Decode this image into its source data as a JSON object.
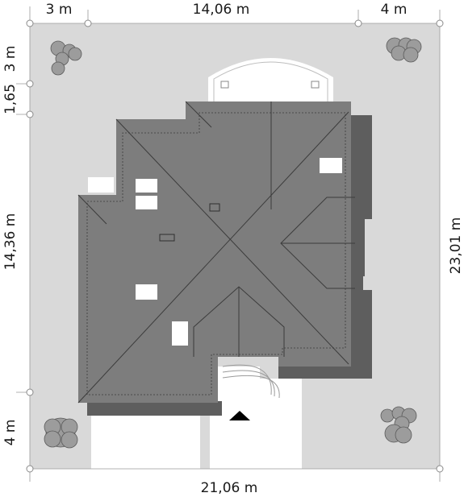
{
  "dimensions": {
    "top_left": "3 m",
    "top_middle": "14,06 m",
    "top_right": "4 m",
    "left_top": "3 m",
    "left_second": "1,65",
    "left_middle": "14,36 m",
    "left_bottom": "4 m",
    "right": "23,01 m",
    "bottom": "21,06 m"
  },
  "colors": {
    "plot": "#d9d9d9",
    "roof": "#7d7d7d",
    "shadow": "#5e5e5e",
    "path": "#ffffff",
    "tree": "#9c9c9c",
    "entrance_arrow": "#000000"
  },
  "icons": {
    "entrance": "entrance-arrow-icon",
    "tree": "tree-icon"
  }
}
